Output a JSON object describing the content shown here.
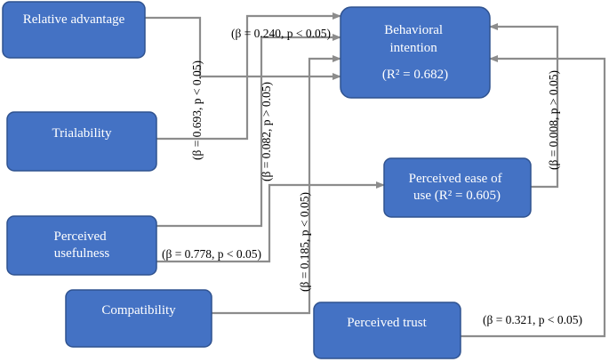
{
  "nodes": {
    "relative_advantage": {
      "lines": [
        "Relative advantage"
      ]
    },
    "trialability": {
      "lines": [
        "Trialability"
      ]
    },
    "perceived_usefulness": {
      "lines": [
        "Perceived",
        "usefulness"
      ]
    },
    "compatibility": {
      "lines": [
        "Compatibility"
      ]
    },
    "perceived_trust": {
      "lines": [
        "Perceived trust"
      ]
    },
    "perceived_ease_of_use": {
      "lines": [
        "Perceived ease of",
        "use (R² = 0.605)"
      ]
    },
    "behavioral_intention": {
      "lines": [
        "Behavioral",
        "intention",
        "(R² = 0.682)"
      ]
    }
  },
  "paths": {
    "relative_advantage_to_bi": "(β = 0.693, p < 0.05)",
    "trialability_to_bi": "(β = 0.240, p < 0.05)",
    "usefulness_to_bi": "(β = 0.082, p > 0.05)",
    "usefulness_to_ease": "(β = 0.778, p < 0.05)",
    "compatibility_to_bi": "(β = 0.185, p < 0.05)",
    "ease_to_bi": "(β = 0.008, p > 0.05)",
    "trust_to_bi": "(β = 0.321, p < 0.05)"
  }
}
